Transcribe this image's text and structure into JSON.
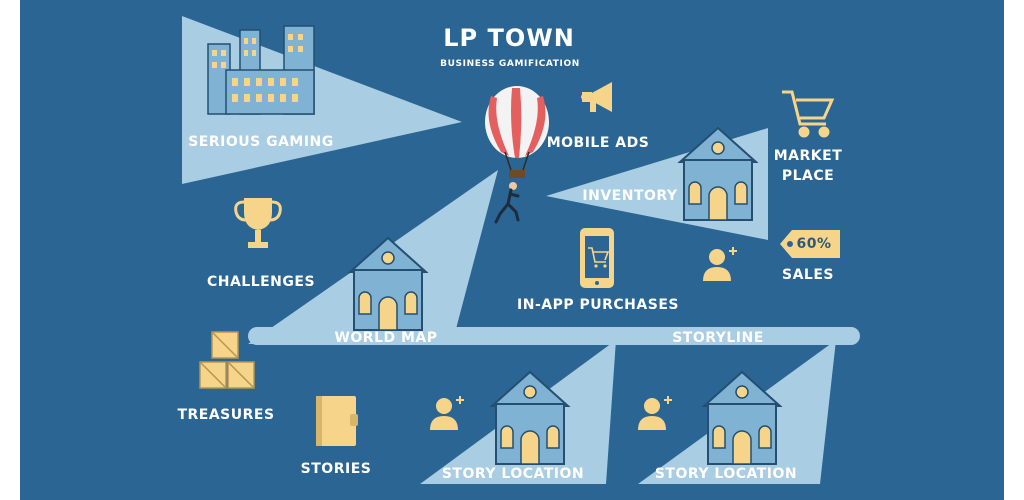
{
  "title": "LP TOWN",
  "subtitle": "BUSINESS GAMIFICATION",
  "labels": {
    "serious_gaming": "SERIOUS GAMING",
    "mobile_ads": "MOBILE ADS",
    "market_place": "MARKET\nPLACE",
    "inventory": "INVENTORY",
    "challenges": "CHALLENGES",
    "price_tag": "60%",
    "sales": "SALES",
    "in_app_purchases": "IN-APP PURCHASES",
    "world_map": "WORLD MAP",
    "storyline": "STORYLINE",
    "treasures": "TREASURES",
    "stories": "STORIES",
    "story_location_1": "STORY LOCATION",
    "story_location_2": "STORY LOCATION"
  },
  "icons": [
    "city-buildings-icon",
    "hot-air-balloon-icon",
    "runner-icon",
    "megaphone-icon",
    "shopping-cart-icon",
    "house-icon",
    "trophy-icon",
    "price-tag-icon",
    "smartphone-cart-icon",
    "user-add-icon",
    "wooden-crates-icon",
    "book-icon"
  ],
  "colors": {
    "background": "#2a6593",
    "beam": "#a9cde2",
    "icon_gold": "#f6d58a",
    "house_blue": "#7fb2d3",
    "balloon_red": "#e4605f"
  }
}
